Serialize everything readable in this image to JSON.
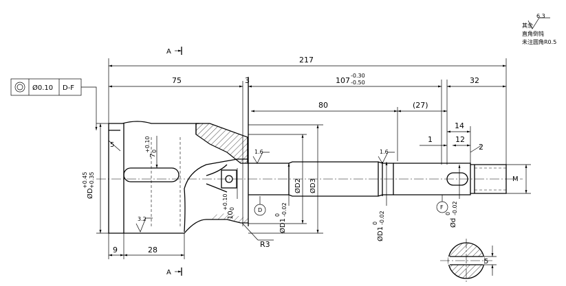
{
  "notes": {
    "roughness": "6.3",
    "line1": "其余",
    "line2": "直角倒钝",
    "line3": "未注圆角R0.5"
  },
  "section_labels": {
    "top": "A",
    "bottom": "A"
  },
  "tolerance_frame": {
    "symbol": "◎",
    "value": "Ø0.10",
    "datum": "D-F"
  },
  "dimensions": {
    "overall": "217",
    "d75": "75",
    "d3": "3",
    "d107_base": "107",
    "d107_upper": "-0.30",
    "d107_lower": "-0.50",
    "d32": "32",
    "d80": "80",
    "d27": "(27)",
    "d14": "14",
    "d1": "1",
    "d12": "12",
    "d2": "2",
    "d9": "9",
    "d28": "28",
    "d5_left": "5",
    "d5_section": "5",
    "r3": "R3",
    "m": "M",
    "phi_d2": "ØD2",
    "phi_d3": "ØD3",
    "phi_d_base": "ØD",
    "phi_d_upper": "+0.45",
    "phi_d_lower": "+0.35",
    "d7_base": "7",
    "d7_sub": "0",
    "d7_sup": "+0.10",
    "d10_base": "10",
    "d10_sub": "0",
    "d10_sup": "+0.10",
    "phi_d1_a_base": "ØD1",
    "phi_d1_a_upper": "0",
    "phi_d1_a_lower": "-0.02",
    "phi_d1_b_base": "ØD1",
    "phi_d1_b_upper": "0",
    "phi_d1_b_lower": "-0.02",
    "phi_d_small_base": "Ød",
    "phi_d_small_upper": "0",
    "phi_d_small_lower": "-0.02"
  },
  "surface_finish": {
    "a": "3.2",
    "b": "1.6",
    "c": "1.6"
  },
  "datums": {
    "d": "D",
    "f": "F"
  }
}
